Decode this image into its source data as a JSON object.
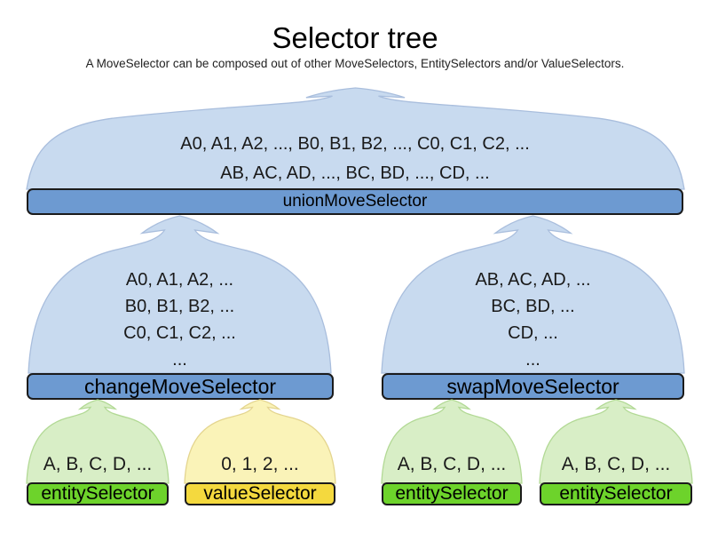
{
  "title": "Selector tree",
  "subtitle": "A MoveSelector can be composed out of other MoveSelectors, EntitySelectors and/or ValueSelectors.",
  "colors": {
    "bar_blue": "#6d9ad1",
    "cloud_blue": "#c8daef",
    "cloud_blue_border": "#a9bedd",
    "bar_green": "#6dd32b",
    "cloud_green": "#d8eec6",
    "cloud_green_border": "#b2d995",
    "bar_yellow": "#f4d93e",
    "cloud_yellow": "#faf3b8",
    "cloud_yellow_border": "#e4d58f",
    "border_dark": "#1b1b1b",
    "text": "#1a1a1a"
  },
  "nodes": {
    "union": {
      "label": "unionMoveSelector",
      "lines": [
        "A0, A1, A2, ..., B0, B1, B2, ..., C0, C1, C2, ...",
        "AB, AC, AD, ..., BC, BD, ..., CD, ..."
      ]
    },
    "change": {
      "label": "changeMoveSelector",
      "lines": [
        "A0, A1, A2, ...",
        "B0, B1, B2, ...",
        "C0, C1, C2, ...",
        "..."
      ]
    },
    "swap": {
      "label": "swapMoveSelector",
      "lines": [
        "AB, AC, AD, ...",
        "BC, BD, ...",
        "CD, ...",
        "..."
      ]
    },
    "entity1": {
      "label": "entitySelector",
      "lines": [
        "A, B, C, D, ..."
      ]
    },
    "value1": {
      "label": "valueSelector",
      "lines": [
        "0, 1, 2, ..."
      ]
    },
    "entity2": {
      "label": "entitySelector",
      "lines": [
        "A, B, C, D, ..."
      ]
    },
    "entity3": {
      "label": "entitySelector",
      "lines": [
        "A, B, C, D, ..."
      ]
    }
  }
}
